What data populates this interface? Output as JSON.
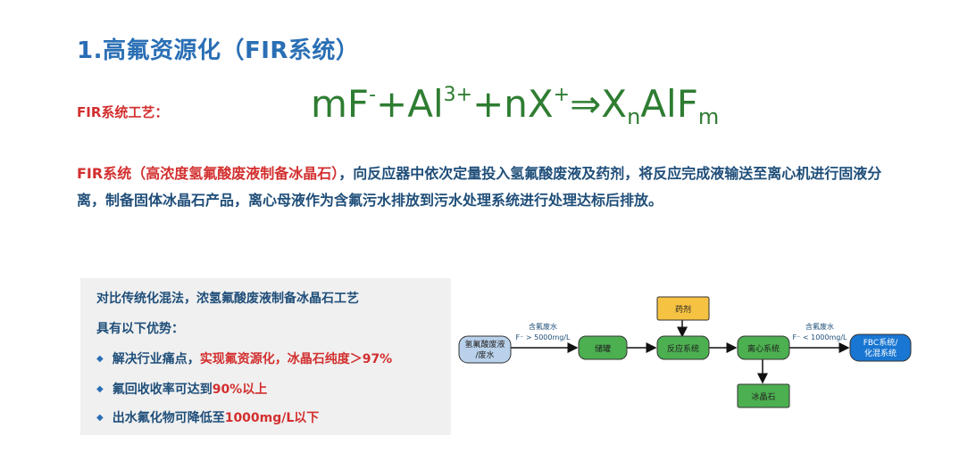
{
  "title": "1.高氟资源化（FIR系统）",
  "process": {
    "label": "FIR系统工艺：",
    "formula": {
      "p1": "mF",
      "p1_sup": "-",
      "p2": "+Al",
      "p2_sup": "3+",
      "p3": "+nX",
      "p3_sup": "+",
      "arrow": "⇒",
      "p4": "X",
      "p4_sub": "n",
      "p5": "AlF",
      "p5_sub": "m"
    }
  },
  "description": {
    "highlight": "FIR系统（高浓度氢氟酸废液制备冰晶石）",
    "text": "，向反应器中依次定量投入氢氟酸废液及药剂，将反应完成液输送至离心机进行固液分离，制备固体冰晶石产品，离心母液作为含氟污水排放到污水处理系统进行处理达标后排放。"
  },
  "advantages": {
    "intro1": "对比传统化混法，浓氢氟酸废液制备冰晶石工艺",
    "intro2": "具有以下优势：",
    "bullet_icon": "diamond-bullet-icon",
    "items": [
      {
        "prefix": "解决行业痛点，",
        "highlight": "实现氟资源化，冰晶石纯度＞97%"
      },
      {
        "prefix": "氟回收收率可达到",
        "highlight": "90%以上"
      },
      {
        "prefix": "出水氟化物可降低至",
        "highlight": "1000mg/L以下"
      }
    ]
  },
  "flow": {
    "colors": {
      "green": "#4caf50",
      "yellow": "#f5c242",
      "blue": "#1976d2",
      "source": "#b9d1ea"
    },
    "nodes": {
      "source_l1": "氢氟酸废液",
      "source_l2": "/废水",
      "tank": "储罐",
      "reactor": "反应系统",
      "centrifuge": "离心系统",
      "reagent": "药剂",
      "product": "冰晶石",
      "dest_l1": "FBC系统/",
      "dest_l2": "化混系统"
    },
    "edges": {
      "in_l1": "含氟废水",
      "in_l2": "F⁻ > 5000mg/L",
      "out_l1": "含氟废水",
      "out_l2": "F⁻ < 1000mg/L"
    }
  }
}
